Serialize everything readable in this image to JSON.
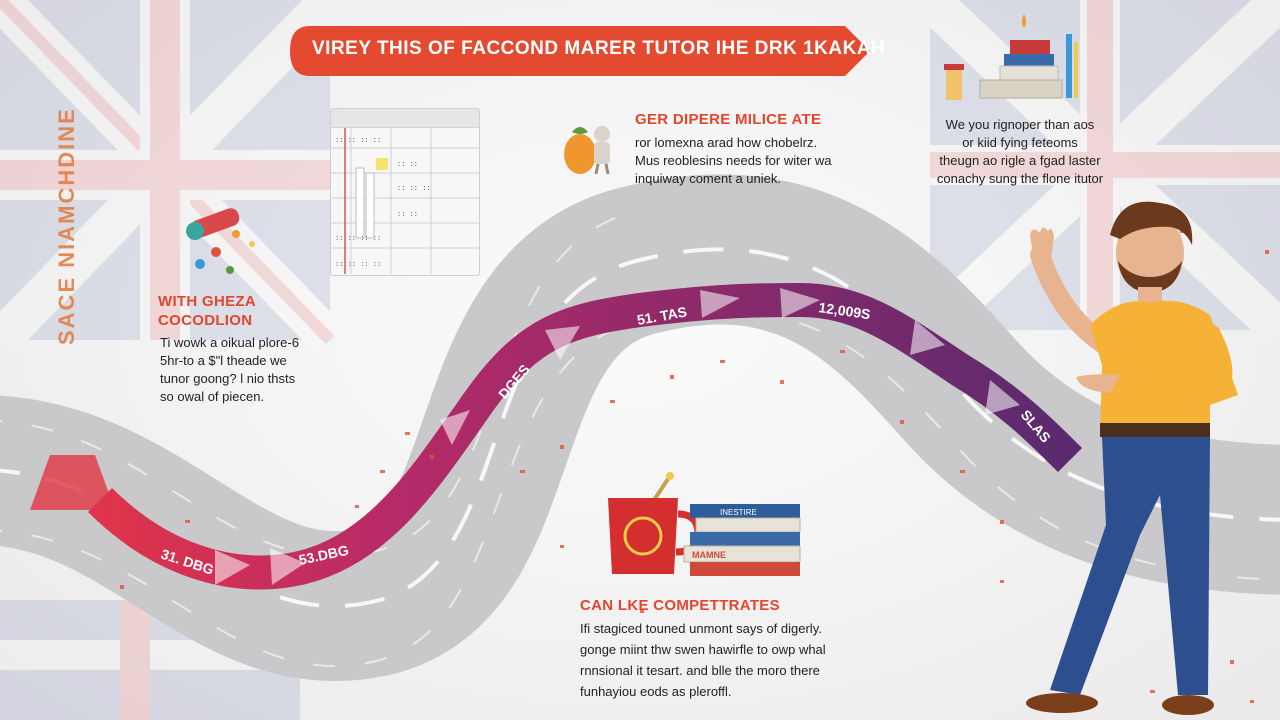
{
  "banner": {
    "title": "VIREY THIS OF FACCOND MARER TUTOR IHE DRK 1KAKAH"
  },
  "side_title": "SACE NIAMCHDINE",
  "sections": {
    "top_middle": {
      "heading": "GER DIPERE MILICE ATE",
      "lines": [
        "ror lomexna arad how chobelrz.",
        "Mus reoblesins needs for witer wa",
        "inquiway coment a uniek."
      ]
    },
    "top_right": {
      "lines": [
        "We you rignoper than aos",
        "or kiid fying feteoms",
        "theugn ao rigle a fgad laster",
        "conachy sung the flone itutor"
      ]
    },
    "left": {
      "heading_line1": "WITH GHEZA",
      "heading_line2": "COCODLION",
      "lines": [
        "Ti wowk a oikual plore-6",
        "5hr-to a $\"l theade we",
        "tunor goong? l nio thsts",
        "so owal of piecen."
      ]
    },
    "bottom": {
      "heading": "CAN LKE COMPETTRATES",
      "lines": [
        "Ifi stagiced touned unmont says of digerly.",
        "gonge miint thw swen hawirfle to owp whal",
        "rnnsional it tesart. and blle the moro there",
        "funhayiou eods as pleroffl."
      ]
    }
  },
  "path_labels": [
    "31. DBG",
    "53.DBG",
    "DGES",
    "51. TAS",
    "12,009S",
    "SLAS"
  ],
  "books": {
    "spine_top": "INESTIRE",
    "spine_bottom": "MAMNE"
  },
  "colors": {
    "banner": "#e34a2f",
    "heading": "#e2462d",
    "arrow_start": "#c0285a",
    "arrow_end": "#5a2a6e",
    "road": "#c9c9cb"
  }
}
